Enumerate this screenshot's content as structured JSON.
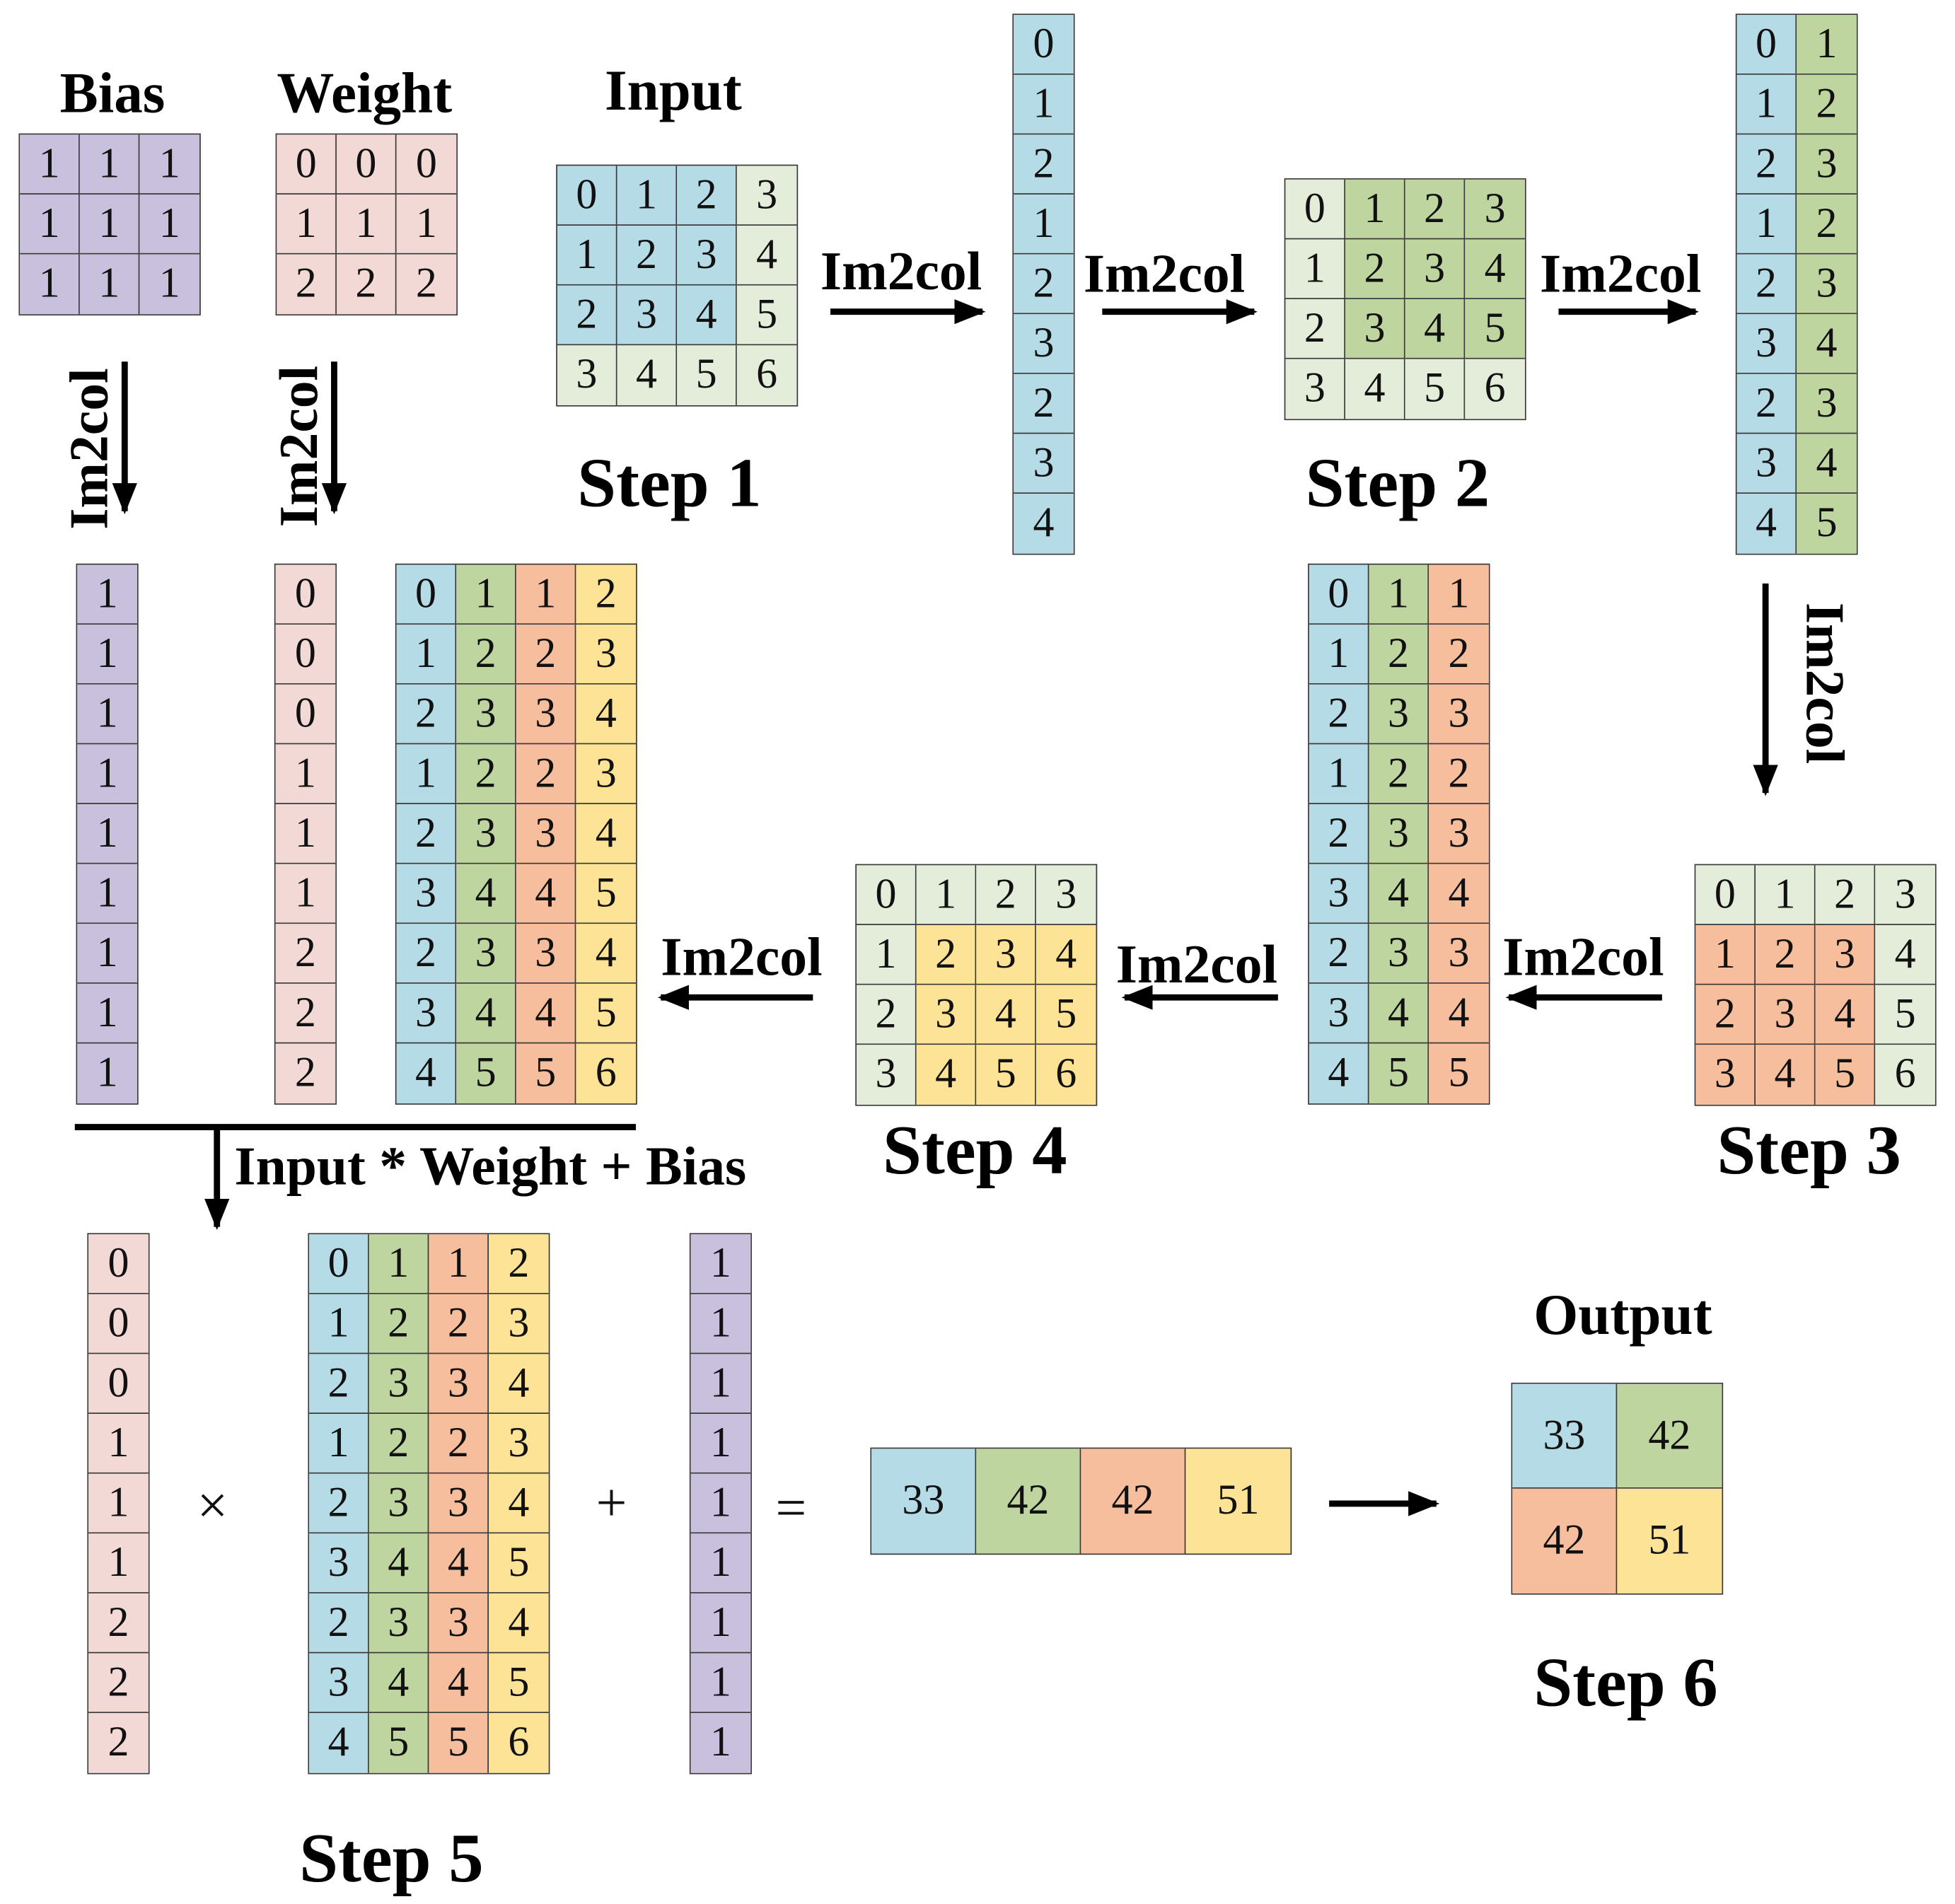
{
  "palette": {
    "purple": "#c9c0de",
    "pink": "#f2d9d6",
    "blue": "#b5dbe6",
    "lightgreen": "#e4edd9",
    "green": "#bfd5a0",
    "orange": "#f7be9d",
    "yellow": "#fde395"
  },
  "labels": {
    "bias": "Bias",
    "weight": "Weight",
    "input": "Input",
    "output": "Output",
    "im2col": "Im2col",
    "formula": "Input * Weight + Bias",
    "times": "×",
    "plus": "+",
    "equals": "=",
    "step1": "Step 1",
    "step2": "Step 2",
    "step3": "Step 3",
    "step4": "Step 4",
    "step5": "Step 5",
    "step6": "Step 6"
  },
  "matrices": [
    {
      "name": "bias-matrix",
      "values": [
        [
          1,
          1,
          1
        ],
        [
          1,
          1,
          1
        ],
        [
          1,
          1,
          1
        ]
      ],
      "colors": [
        [
          "purple",
          "purple",
          "purple"
        ],
        [
          "purple",
          "purple",
          "purple"
        ],
        [
          "purple",
          "purple",
          "purple"
        ]
      ]
    },
    {
      "name": "weight-matrix",
      "values": [
        [
          0,
          0,
          0
        ],
        [
          1,
          1,
          1
        ],
        [
          2,
          2,
          2
        ]
      ],
      "colors": [
        [
          "pink",
          "pink",
          "pink"
        ],
        [
          "pink",
          "pink",
          "pink"
        ],
        [
          "pink",
          "pink",
          "pink"
        ]
      ]
    },
    {
      "name": "input-matrix-step1",
      "values": [
        [
          0,
          1,
          2,
          3
        ],
        [
          1,
          2,
          3,
          4
        ],
        [
          2,
          3,
          4,
          5
        ],
        [
          3,
          4,
          5,
          6
        ]
      ],
      "colors": [
        [
          "blue",
          "blue",
          "blue",
          "lightgreen"
        ],
        [
          "blue",
          "blue",
          "blue",
          "lightgreen"
        ],
        [
          "blue",
          "blue",
          "blue",
          "lightgreen"
        ],
        [
          "lightgreen",
          "lightgreen",
          "lightgreen",
          "lightgreen"
        ]
      ]
    },
    {
      "name": "column-step1",
      "values": [
        [
          0
        ],
        [
          1
        ],
        [
          2
        ],
        [
          1
        ],
        [
          2
        ],
        [
          3
        ],
        [
          2
        ],
        [
          3
        ],
        [
          4
        ]
      ],
      "colors": [
        [
          "blue"
        ],
        [
          "blue"
        ],
        [
          "blue"
        ],
        [
          "blue"
        ],
        [
          "blue"
        ],
        [
          "blue"
        ],
        [
          "blue"
        ],
        [
          "blue"
        ],
        [
          "blue"
        ]
      ]
    },
    {
      "name": "input-matrix-step2",
      "values": [
        [
          0,
          1,
          2,
          3
        ],
        [
          1,
          2,
          3,
          4
        ],
        [
          2,
          3,
          4,
          5
        ],
        [
          3,
          4,
          5,
          6
        ]
      ],
      "colors": [
        [
          "lightgreen",
          "green",
          "green",
          "green"
        ],
        [
          "lightgreen",
          "green",
          "green",
          "green"
        ],
        [
          "lightgreen",
          "green",
          "green",
          "green"
        ],
        [
          "lightgreen",
          "lightgreen",
          "lightgreen",
          "lightgreen"
        ]
      ]
    },
    {
      "name": "columns-step2",
      "values": [
        [
          0,
          1
        ],
        [
          1,
          2
        ],
        [
          2,
          3
        ],
        [
          1,
          2
        ],
        [
          2,
          3
        ],
        [
          3,
          4
        ],
        [
          2,
          3
        ],
        [
          3,
          4
        ],
        [
          4,
          5
        ]
      ],
      "colors": [
        [
          "blue",
          "green"
        ],
        [
          "blue",
          "green"
        ],
        [
          "blue",
          "green"
        ],
        [
          "blue",
          "green"
        ],
        [
          "blue",
          "green"
        ],
        [
          "blue",
          "green"
        ],
        [
          "blue",
          "green"
        ],
        [
          "blue",
          "green"
        ],
        [
          "blue",
          "green"
        ]
      ]
    },
    {
      "name": "input-matrix-step3",
      "values": [
        [
          0,
          1,
          2,
          3
        ],
        [
          1,
          2,
          3,
          4
        ],
        [
          2,
          3,
          4,
          5
        ],
        [
          3,
          4,
          5,
          6
        ]
      ],
      "colors": [
        [
          "lightgreen",
          "lightgreen",
          "lightgreen",
          "lightgreen"
        ],
        [
          "orange",
          "orange",
          "orange",
          "lightgreen"
        ],
        [
          "orange",
          "orange",
          "orange",
          "lightgreen"
        ],
        [
          "orange",
          "orange",
          "orange",
          "lightgreen"
        ]
      ]
    },
    {
      "name": "columns-step3",
      "values": [
        [
          0,
          1,
          1
        ],
        [
          1,
          2,
          2
        ],
        [
          2,
          3,
          3
        ],
        [
          1,
          2,
          2
        ],
        [
          2,
          3,
          3
        ],
        [
          3,
          4,
          4
        ],
        [
          2,
          3,
          3
        ],
        [
          3,
          4,
          4
        ],
        [
          4,
          5,
          5
        ]
      ],
      "colors": [
        [
          "blue",
          "green",
          "orange"
        ],
        [
          "blue",
          "green",
          "orange"
        ],
        [
          "blue",
          "green",
          "orange"
        ],
        [
          "blue",
          "green",
          "orange"
        ],
        [
          "blue",
          "green",
          "orange"
        ],
        [
          "blue",
          "green",
          "orange"
        ],
        [
          "blue",
          "green",
          "orange"
        ],
        [
          "blue",
          "green",
          "orange"
        ],
        [
          "blue",
          "green",
          "orange"
        ]
      ]
    },
    {
      "name": "input-matrix-step4",
      "values": [
        [
          0,
          1,
          2,
          3
        ],
        [
          1,
          2,
          3,
          4
        ],
        [
          2,
          3,
          4,
          5
        ],
        [
          3,
          4,
          5,
          6
        ]
      ],
      "colors": [
        [
          "lightgreen",
          "lightgreen",
          "lightgreen",
          "lightgreen"
        ],
        [
          "lightgreen",
          "yellow",
          "yellow",
          "yellow"
        ],
        [
          "lightgreen",
          "yellow",
          "yellow",
          "yellow"
        ],
        [
          "lightgreen",
          "yellow",
          "yellow",
          "yellow"
        ]
      ]
    },
    {
      "name": "columns-step4",
      "values": [
        [
          0,
          1,
          1,
          2
        ],
        [
          1,
          2,
          2,
          3
        ],
        [
          2,
          3,
          3,
          4
        ],
        [
          1,
          2,
          2,
          3
        ],
        [
          2,
          3,
          3,
          4
        ],
        [
          3,
          4,
          4,
          5
        ],
        [
          2,
          3,
          3,
          4
        ],
        [
          3,
          4,
          4,
          5
        ],
        [
          4,
          5,
          5,
          6
        ]
      ],
      "colors": [
        [
          "blue",
          "green",
          "orange",
          "yellow"
        ],
        [
          "blue",
          "green",
          "orange",
          "yellow"
        ],
        [
          "blue",
          "green",
          "orange",
          "yellow"
        ],
        [
          "blue",
          "green",
          "orange",
          "yellow"
        ],
        [
          "blue",
          "green",
          "orange",
          "yellow"
        ],
        [
          "blue",
          "green",
          "orange",
          "yellow"
        ],
        [
          "blue",
          "green",
          "orange",
          "yellow"
        ],
        [
          "blue",
          "green",
          "orange",
          "yellow"
        ],
        [
          "blue",
          "green",
          "orange",
          "yellow"
        ]
      ]
    },
    {
      "name": "bias-column",
      "values": [
        [
          1
        ],
        [
          1
        ],
        [
          1
        ],
        [
          1
        ],
        [
          1
        ],
        [
          1
        ],
        [
          1
        ],
        [
          1
        ],
        [
          1
        ]
      ],
      "colors": [
        [
          "purple"
        ],
        [
          "purple"
        ],
        [
          "purple"
        ],
        [
          "purple"
        ],
        [
          "purple"
        ],
        [
          "purple"
        ],
        [
          "purple"
        ],
        [
          "purple"
        ],
        [
          "purple"
        ]
      ]
    },
    {
      "name": "weight-column",
      "values": [
        [
          0
        ],
        [
          0
        ],
        [
          0
        ],
        [
          1
        ],
        [
          1
        ],
        [
          1
        ],
        [
          2
        ],
        [
          2
        ],
        [
          2
        ]
      ],
      "colors": [
        [
          "pink"
        ],
        [
          "pink"
        ],
        [
          "pink"
        ],
        [
          "pink"
        ],
        [
          "pink"
        ],
        [
          "pink"
        ],
        [
          "pink"
        ],
        [
          "pink"
        ],
        [
          "pink"
        ]
      ]
    },
    {
      "name": "weight-column-step5",
      "values": [
        [
          0
        ],
        [
          0
        ],
        [
          0
        ],
        [
          1
        ],
        [
          1
        ],
        [
          1
        ],
        [
          2
        ],
        [
          2
        ],
        [
          2
        ]
      ],
      "colors": [
        [
          "pink"
        ],
        [
          "pink"
        ],
        [
          "pink"
        ],
        [
          "pink"
        ],
        [
          "pink"
        ],
        [
          "pink"
        ],
        [
          "pink"
        ],
        [
          "pink"
        ],
        [
          "pink"
        ]
      ]
    },
    {
      "name": "input-columns-step5",
      "values": [
        [
          0,
          1,
          1,
          2
        ],
        [
          1,
          2,
          2,
          3
        ],
        [
          2,
          3,
          3,
          4
        ],
        [
          1,
          2,
          2,
          3
        ],
        [
          2,
          3,
          3,
          4
        ],
        [
          3,
          4,
          4,
          5
        ],
        [
          2,
          3,
          3,
          4
        ],
        [
          3,
          4,
          4,
          5
        ],
        [
          4,
          5,
          5,
          6
        ]
      ],
      "colors": [
        [
          "blue",
          "green",
          "orange",
          "yellow"
        ],
        [
          "blue",
          "green",
          "orange",
          "yellow"
        ],
        [
          "blue",
          "green",
          "orange",
          "yellow"
        ],
        [
          "blue",
          "green",
          "orange",
          "yellow"
        ],
        [
          "blue",
          "green",
          "orange",
          "yellow"
        ],
        [
          "blue",
          "green",
          "orange",
          "yellow"
        ],
        [
          "blue",
          "green",
          "orange",
          "yellow"
        ],
        [
          "blue",
          "green",
          "orange",
          "yellow"
        ],
        [
          "blue",
          "green",
          "orange",
          "yellow"
        ]
      ]
    },
    {
      "name": "bias-column-step5",
      "values": [
        [
          1
        ],
        [
          1
        ],
        [
          1
        ],
        [
          1
        ],
        [
          1
        ],
        [
          1
        ],
        [
          1
        ],
        [
          1
        ],
        [
          1
        ]
      ],
      "colors": [
        [
          "purple"
        ],
        [
          "purple"
        ],
        [
          "purple"
        ],
        [
          "purple"
        ],
        [
          "purple"
        ],
        [
          "purple"
        ],
        [
          "purple"
        ],
        [
          "purple"
        ],
        [
          "purple"
        ]
      ]
    },
    {
      "name": "result-row",
      "values": [
        [
          33,
          42,
          42,
          51
        ]
      ],
      "colors": [
        [
          "blue",
          "green",
          "orange",
          "yellow"
        ]
      ]
    },
    {
      "name": "output-matrix",
      "values": [
        [
          33,
          42
        ],
        [
          42,
          51
        ]
      ],
      "colors": [
        [
          "blue",
          "green"
        ],
        [
          "orange",
          "yellow"
        ]
      ]
    }
  ]
}
